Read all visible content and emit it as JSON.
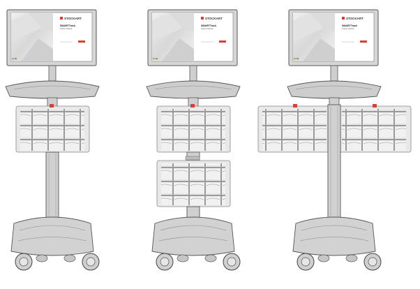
{
  "screen": {
    "brand_prefix": "STOCK",
    "brand_suffix": "ART",
    "product_title": "SMARTTrack",
    "product_subtitle": "Drawer Module"
  },
  "carts": [
    {
      "configuration": "single-bin-module"
    },
    {
      "configuration": "stacked-bin-modules"
    },
    {
      "configuration": "side-by-side-bin-modules"
    }
  ],
  "colors": {
    "outline": "#555555",
    "cart_body": "#d4d4d4",
    "bin_panel": "#e8e8e8",
    "lock_accent": "#d8402f",
    "logo_red": "#e03a2b"
  }
}
